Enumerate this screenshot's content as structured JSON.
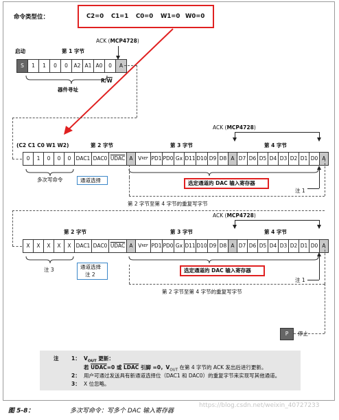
{
  "cmd_type": {
    "label": "命令类型位：",
    "bits": [
      {
        "k": "C2",
        "v": "0"
      },
      {
        "k": "C1",
        "v": "1"
      },
      {
        "k": "C0",
        "v": "0"
      },
      {
        "k": "W1",
        "v": "0"
      },
      {
        "k": "W0",
        "v": "0"
      }
    ]
  },
  "ack_label": "ACK",
  "ack_device": "MCP4728",
  "start_label": "启动",
  "byte1": {
    "label": "第 1 字节",
    "cells": [
      "S",
      "1",
      "1",
      "0",
      "0",
      "A2",
      "A1",
      "A0",
      "0",
      "A"
    ],
    "rw_label": "R/W",
    "addr_label": "器件寻址"
  },
  "seq1": {
    "cmd_header": "(C2 C1 C0 W1 W2)",
    "byte2_label": "第 2 字节",
    "byte3_label": "第 3 字节",
    "byte4_label": "第 4 字节",
    "cells": [
      "0",
      "1",
      "0",
      "0",
      "0",
      "DAC1",
      "DAC0",
      "UDAC",
      "A",
      "VREF",
      "PD1",
      "PD0",
      "Gx",
      "D11",
      "D10",
      "D9",
      "D8",
      "A",
      "D7",
      "D6",
      "D5",
      "D4",
      "D3",
      "D2",
      "D1",
      "D0",
      "A"
    ],
    "multi_cmd": "多次写命令",
    "chan_sel": "通道选择",
    "sel_dac": "选定通道的 DAC 输入寄存器",
    "note_ref": "注 1",
    "repeat": "第 2 字节至第 4 字节的重复写字节"
  },
  "seq2": {
    "byte2_label": "第 2 字节",
    "byte3_label": "第 3 字节",
    "byte4_label": "第 4 字节",
    "cells": [
      "X",
      "X",
      "X",
      "X",
      "X",
      "DAC1",
      "DAC0",
      "UDAC",
      "A",
      "VREF",
      "PD1",
      "PD0",
      "Gx",
      "D11",
      "D10",
      "D9",
      "D8",
      "A",
      "D7",
      "D6",
      "D5",
      "D4",
      "D3",
      "D2",
      "D1",
      "D0",
      "A"
    ],
    "note3": "注 3",
    "chan_sel": "通道选择",
    "note2": "注 2",
    "sel_dac": "选定通道的 DAC 输入寄存器",
    "note_ref": "注 1",
    "repeat": "第 2 字节至第 4 字节的重复写字节"
  },
  "stop": {
    "cell": "P",
    "label": "停止"
  },
  "notes": {
    "head": "注",
    "n1_num": "1：",
    "n1_title_a": "V",
    "n1_title_sub": "OUT",
    "n1_title_b": " 更新：",
    "n1_body_a": "若 ",
    "n1_udac": "UDAC",
    "n1_body_b": "=0 或 ",
    "n1_ldac": "LDAC",
    "n1_body_c": " 引脚 =0，V",
    "n1_body_sub": "OUT",
    "n1_body_d": " 在第 4 字节的 ACK 发出后进行更新。",
    "n2_num": "2：",
    "n2_text": "用户可通过发送具有新通道选择位（DAC1 和 DAC0）的重复字节来实现写其他通道。",
    "n3_num": "3：",
    "n3_text": "X 位忽略。"
  },
  "figure": {
    "num": "图 5-8：",
    "caption": "多次写命令：写多个 DAC 输入寄存器"
  },
  "watermark": "https://blog.csdn.net/weixin_40727233",
  "colors": {
    "highlight": "#e02020",
    "link": "#3a86c8",
    "ack_cell": "#c8c8c8"
  }
}
